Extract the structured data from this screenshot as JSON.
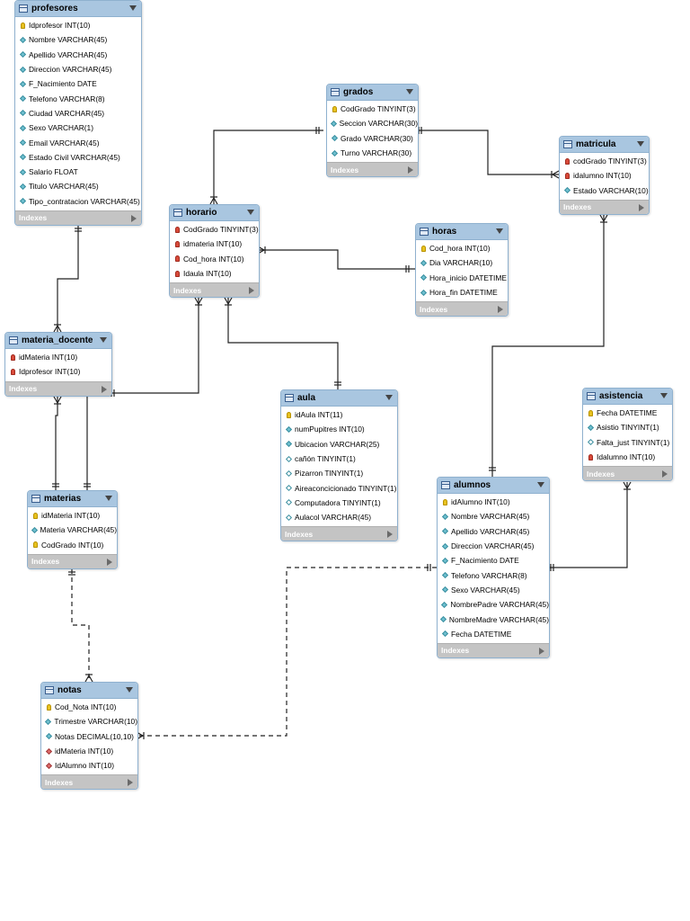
{
  "footer_label": "Indexes",
  "tables": [
    {
      "id": "profesores",
      "name": "profesores",
      "columns": [
        {
          "text": "Idprofesor INT(10)",
          "icon": "pk"
        },
        {
          "text": "Nombre VARCHAR(45)",
          "icon": "dia"
        },
        {
          "text": "Apellido VARCHAR(45)",
          "icon": "dia"
        },
        {
          "text": "Direccion VARCHAR(45)",
          "icon": "dia"
        },
        {
          "text": "F_Nacimiento DATE",
          "icon": "dia"
        },
        {
          "text": "Telefono VARCHAR(8)",
          "icon": "dia"
        },
        {
          "text": "Ciudad VARCHAR(45)",
          "icon": "dia"
        },
        {
          "text": "Sexo VARCHAR(1)",
          "icon": "dia"
        },
        {
          "text": "Email VARCHAR(45)",
          "icon": "dia"
        },
        {
          "text": "Estado Civil VARCHAR(45)",
          "icon": "dia"
        },
        {
          "text": "Salario FLOAT",
          "icon": "dia"
        },
        {
          "text": "Titulo VARCHAR(45)",
          "icon": "dia"
        },
        {
          "text": "Tipo_contratacion VARCHAR(45)",
          "icon": "dia"
        }
      ]
    },
    {
      "id": "grados",
      "name": "grados",
      "columns": [
        {
          "text": "CodGrado TINYINT(3)",
          "icon": "pk"
        },
        {
          "text": "Seccion VARCHAR(30)",
          "icon": "dia"
        },
        {
          "text": "Grado VARCHAR(30)",
          "icon": "dia"
        },
        {
          "text": "Turno VARCHAR(30)",
          "icon": "dia"
        }
      ]
    },
    {
      "id": "matricula",
      "name": "matricula",
      "columns": [
        {
          "text": "codGrado TINYINT(3)",
          "icon": "fk"
        },
        {
          "text": "idalumno INT(10)",
          "icon": "fk"
        },
        {
          "text": "Estado VARCHAR(10)",
          "icon": "dia"
        }
      ]
    },
    {
      "id": "horario",
      "name": "horario",
      "columns": [
        {
          "text": "CodGrado TINYINT(3)",
          "icon": "fk"
        },
        {
          "text": "idmateria INT(10)",
          "icon": "fk"
        },
        {
          "text": "Cod_hora INT(10)",
          "icon": "fk"
        },
        {
          "text": "Idaula INT(10)",
          "icon": "fk"
        }
      ]
    },
    {
      "id": "horas",
      "name": "horas",
      "columns": [
        {
          "text": "Cod_hora INT(10)",
          "icon": "pk"
        },
        {
          "text": "Dia VARCHAR(10)",
          "icon": "dia"
        },
        {
          "text": "Hora_inicio DATETIME",
          "icon": "dia"
        },
        {
          "text": "Hora_fin DATETIME",
          "icon": "dia"
        }
      ]
    },
    {
      "id": "materia_docente",
      "name": "materia_docente",
      "columns": [
        {
          "text": "idMateria INT(10)",
          "icon": "fk"
        },
        {
          "text": "Idprofesor INT(10)",
          "icon": "fk"
        }
      ]
    },
    {
      "id": "aula",
      "name": "aula",
      "columns": [
        {
          "text": "idAula INT(11)",
          "icon": "pk"
        },
        {
          "text": "numPupitres INT(10)",
          "icon": "dia"
        },
        {
          "text": "Ubicacion VARCHAR(25)",
          "icon": "dia"
        },
        {
          "text": "cañón TINYINT(1)",
          "icon": "dia-empty"
        },
        {
          "text": "Pizarron TINYINT(1)",
          "icon": "dia-empty"
        },
        {
          "text": "Aireaconcicionado TINYINT(1)",
          "icon": "dia-empty"
        },
        {
          "text": "Computadora TINYINT(1)",
          "icon": "dia-empty"
        },
        {
          "text": "Aulacol VARCHAR(45)",
          "icon": "dia-empty"
        }
      ]
    },
    {
      "id": "asistencia",
      "name": "asistencia",
      "columns": [
        {
          "text": "Fecha DATETIME",
          "icon": "pk"
        },
        {
          "text": "Asistio TINYINT(1)",
          "icon": "dia"
        },
        {
          "text": "Falta_just TINYINT(1)",
          "icon": "dia-empty"
        },
        {
          "text": "Idalumno INT(10)",
          "icon": "fk"
        }
      ]
    },
    {
      "id": "materias",
      "name": "materias",
      "columns": [
        {
          "text": "idMateria INT(10)",
          "icon": "pk"
        },
        {
          "text": "Materia VARCHAR(45)",
          "icon": "dia"
        },
        {
          "text": "CodGrado INT(10)",
          "icon": "pk"
        }
      ]
    },
    {
      "id": "alumnos",
      "name": "alumnos",
      "columns": [
        {
          "text": "idAlumno INT(10)",
          "icon": "pk"
        },
        {
          "text": "Nombre VARCHAR(45)",
          "icon": "dia"
        },
        {
          "text": "Apellido VARCHAR(45)",
          "icon": "dia"
        },
        {
          "text": "Direccion VARCHAR(45)",
          "icon": "dia"
        },
        {
          "text": "F_Nacimiento DATE",
          "icon": "dia"
        },
        {
          "text": "Telefono VARCHAR(8)",
          "icon": "dia"
        },
        {
          "text": "Sexo VARCHAR(45)",
          "icon": "dia"
        },
        {
          "text": "NombrePadre VARCHAR(45)",
          "icon": "dia"
        },
        {
          "text": "NombreMadre VARCHAR(45)",
          "icon": "dia"
        },
        {
          "text": "Fecha DATETIME",
          "icon": "dia"
        }
      ]
    },
    {
      "id": "notas",
      "name": "notas",
      "columns": [
        {
          "text": "Cod_Nota INT(10)",
          "icon": "pk"
        },
        {
          "text": "Trimestre VARCHAR(10)",
          "icon": "dia"
        },
        {
          "text": "Notas DECIMAL(10,10)",
          "icon": "dia"
        },
        {
          "text": "idMateria INT(10)",
          "icon": "dia-red"
        },
        {
          "text": "IdAlumno INT(10)",
          "icon": "dia-red"
        }
      ]
    }
  ],
  "relationships": [
    {
      "from": "grados",
      "to": "horario",
      "style": "solid"
    },
    {
      "from": "grados",
      "to": "matricula",
      "style": "solid"
    },
    {
      "from": "horas",
      "to": "horario",
      "style": "solid"
    },
    {
      "from": "profesores",
      "to": "materia_docente",
      "style": "solid"
    },
    {
      "from": "horario",
      "to": "materia_docente",
      "style": "solid"
    },
    {
      "from": "horario",
      "to": "aula",
      "style": "solid"
    },
    {
      "from": "materia_docente",
      "to": "materias",
      "style": "solid"
    },
    {
      "from": "matricula",
      "to": "alumnos",
      "style": "solid"
    },
    {
      "from": "asistencia",
      "to": "alumnos",
      "style": "solid"
    },
    {
      "from": "materias",
      "to": "notas",
      "style": "dashed"
    },
    {
      "from": "alumnos",
      "to": "notas",
      "style": "dashed"
    }
  ]
}
